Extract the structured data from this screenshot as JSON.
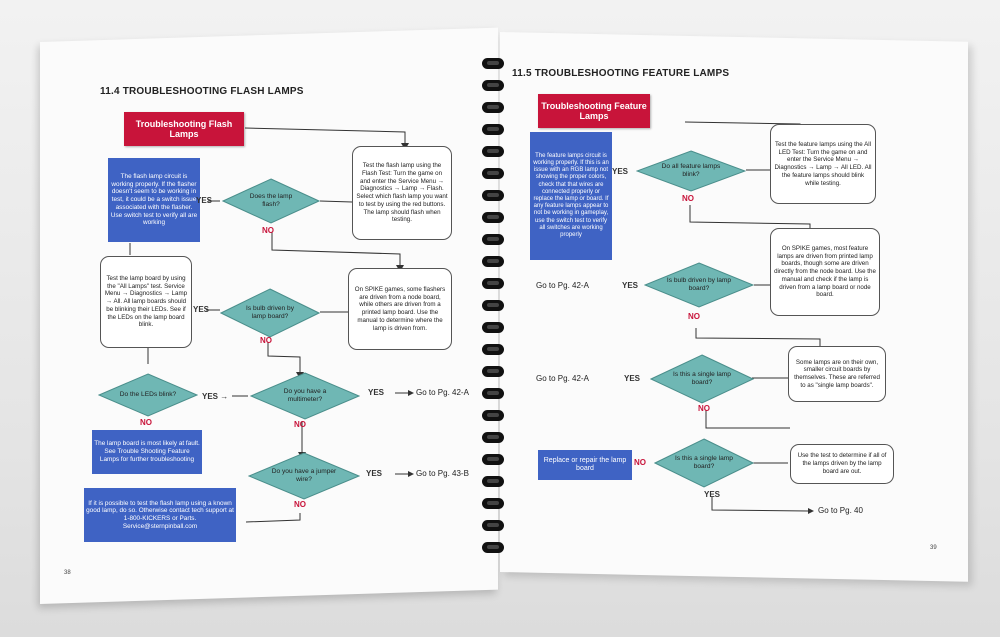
{
  "left_page": {
    "title": "11.4 TROUBLESHOOTING FLASH LAMPS",
    "header_box": "Troubleshooting Flash Lamps",
    "blue1": "The flash lamp circuit is working properly. If the flasher doesn't seem to be working in test, it could be a switch issue associated with the flasher. Use switch test to verify all are working",
    "box_test": "Test the flash lamp using the Flash Test: Turn the game on and enter the Service Menu → Diagnostics → Lamp → Flash. Select which flash lamp you want to test by using the red buttons. The lamp should flash when testing.",
    "d1": "Does the lamp flash?",
    "box_allLamps": "Test the lamp board by using the \"All Lamps\" test. Service Menu → Diagnostics → Lamp → All. All lamp boards should be blinking their LEDs. See if the LEDs on the lamp board blink.",
    "d2": "Is bulb driven by lamp board?",
    "box_spike": "On SPIKE games, some flashers are driven from a node board, while others are driven from a printed lamp board. Use the manual to determine where the lamp is driven from.",
    "d3": "Do the LEDs blink?",
    "d4": "Do you have a multimeter?",
    "goto1": "Go to Pg. 42-A",
    "blue2": "The lamp board is most likely at fault. See Trouble Shooting Feature Lamps for further troubleshooting",
    "d5": "Do you have a jumper wire?",
    "goto2": "Go to Pg. 43-B",
    "blue3": "If it is possible to test the flash lamp using a known good lamp, do so. Otherwise contact tech support at 1-800-KICKERS or Parts. Service@sternpinball.com",
    "page_num": "38"
  },
  "right_page": {
    "title": "11.5 TROUBLESHOOTING FEATURE LAMPS",
    "header_box": "Troubleshooting Feature Lamps",
    "blue1": "The feature lamps circuit is working properly. If this is an issue with an RGB lamp not showing the proper colors, check that that wires are connected properly or replace the lamp or board. If any feature lamps appear to not be working in gameplay, use the switch test to verify all switches are working properly",
    "box_test": "Test the feature lamps using the All LED Test: Turn the game on and enter the Service Menu → Diagnostics → Lamp → All LED. All the feature lamps should blink while testing.",
    "d1": "Do all feature lamps blink?",
    "box_spike": "On SPIKE games, most feature lamps are driven from printed lamp boards, though some are driven directly from the node board. Use the manual and check if the lamp is driven from a lamp board or node board.",
    "d2": "Is bulb driven by lamp board?",
    "goto1": "Go to Pg. 42-A",
    "box_single": "Some lamps are on their own, smaller circuit boards by themselves. These are referred to as \"single lamp boards\".",
    "d3": "Is this a single lamp board?",
    "goto2": "Go to Pg. 42-A",
    "blue2": "Replace or repair the lamp board",
    "d4": "Is this a single lamp board?",
    "box_test2": "Use the test to determine if all of the lamps driven by the lamp board are out.",
    "goto3": "Go to Pg. 40",
    "page_num": "39"
  },
  "labels": {
    "yes": "YES",
    "no": "NO",
    "arrow_yes": "YES →"
  },
  "colors": {
    "red": "#c8143a",
    "blue": "#3f63c4",
    "diamond": "#6fb7b4"
  }
}
